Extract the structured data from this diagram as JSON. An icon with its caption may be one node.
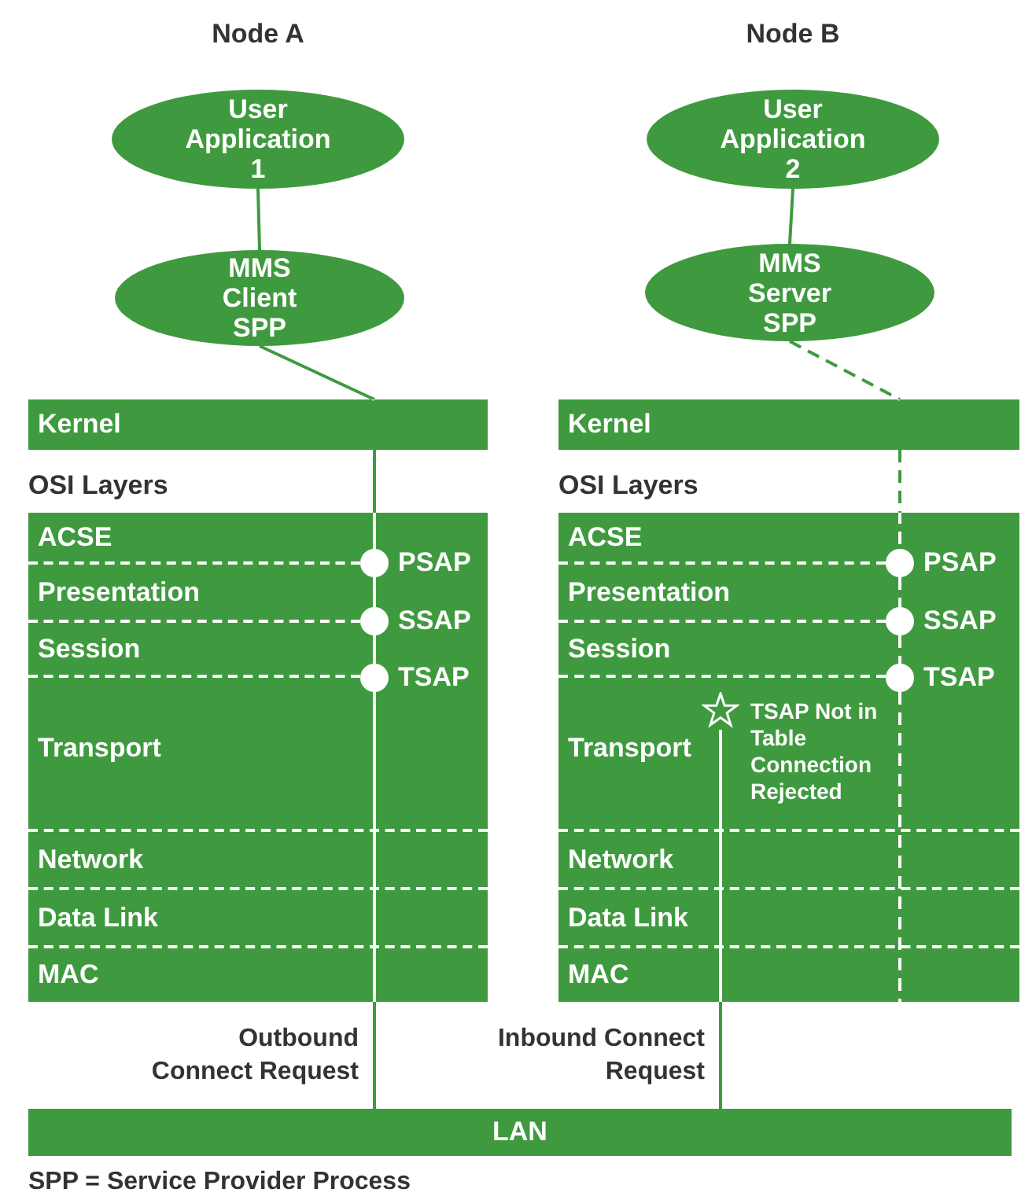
{
  "diagram": {
    "nodes": [
      {
        "text": [
          "User Application 1"
        ]
      },
      {
        "text": [
          "MMS Client SPP"
        ]
      },
      {
        "text": [
          "User Application 2"
        ]
      },
      {
        "text": [
          "MMS Server SPP"
        ]
      },
      {
        "text": [
          "Kernel"
        ]
      },
      {
        "text": [
          "Kernel"
        ]
      },
      {
        "text": [
          "OSI Layers"
        ]
      },
      {
        "text": [
          "ACSE"
        ],
        "in": 6
      },
      {
        "text": [
          "Presentation"
        ],
        "in": 6
      },
      {
        "text": [
          "Session"
        ],
        "in": 6
      },
      {
        "text": [
          "Transport"
        ],
        "in": 6
      },
      {
        "text": [
          "Network"
        ],
        "in": 6
      },
      {
        "text": [
          "Data Link"
        ],
        "in": 6
      },
      {
        "text": [
          "MAC"
        ],
        "in": 6
      },
      {
        "text": [
          "PSAP"
        ],
        "in": 6
      },
      {
        "text": [
          "SSAP"
        ],
        "in": 6
      },
      {
        "text": [
          "TSAP"
        ],
        "in": 6
      },
      {
        "text": [
          "OSI Layers"
        ]
      },
      {
        "text": [
          "ACSE"
        ],
        "in": 17
      },
      {
        "text": [
          "Presentation"
        ],
        "in": 17
      },
      {
        "text": [
          "Session"
        ],
        "in": 17
      },
      {
        "text": [
          "Transport"
        ],
        "in": 17
      },
      {
        "text": [
          "Network"
        ],
        "in": 17
      },
      {
        "text": [
          "Data Link"
        ],
        "in": 17
      },
      {
        "text": [
          "MAC"
        ],
        "in": 17
      },
      {
        "text": [
          "PSAP"
        ],
        "in": 17
      },
      {
        "text": [
          "SSAP"
        ],
        "in": 17
      },
      {
        "text": [
          "TSAP"
        ],
        "in": 17
      },
      {
        "text": [],
        "shape": "star",
        "in": 21,
        "beside": [
          "TSAP Not in Table Connection Rejected"
        ]
      },
      {
        "text": [
          "LAN"
        ]
      }
    ],
    "edges": [
      {
        "from": 0,
        "to": 1,
        "arrow": "none"
      },
      {
        "from": 1,
        "to": 4,
        "arrow": "none"
      },
      {
        "from": 4,
        "to": 14,
        "arrow": "none"
      },
      {
        "from": 14,
        "to": 15,
        "arrow": "none"
      },
      {
        "from": 15,
        "to": 16,
        "arrow": "none"
      },
      {
        "from": 16,
        "to": 29,
        "arrow": "none",
        "label": "Outbound Connect Request"
      },
      {
        "from": 2,
        "to": 3,
        "arrow": "none"
      },
      {
        "from": 3,
        "to": 5,
        "arrow": "none",
        "style": "dashed"
      },
      {
        "from": 5,
        "to": 25,
        "arrow": "none",
        "style": "dashed"
      },
      {
        "from": 25,
        "to": 26,
        "arrow": "none",
        "style": "dashed"
      },
      {
        "from": 26,
        "to": 27,
        "arrow": "none",
        "style": "dashed"
      },
      {
        "from": 27,
        "to": null,
        "arrow": "none",
        "style": "dashed"
      },
      {
        "from": 29,
        "to": 28,
        "arrow": "none",
        "label": "Inbound Connect Request"
      }
    ],
    "labels": [
      "Node A",
      "Node B",
      "SPP = Service Provider Process"
    ]
  }
}
